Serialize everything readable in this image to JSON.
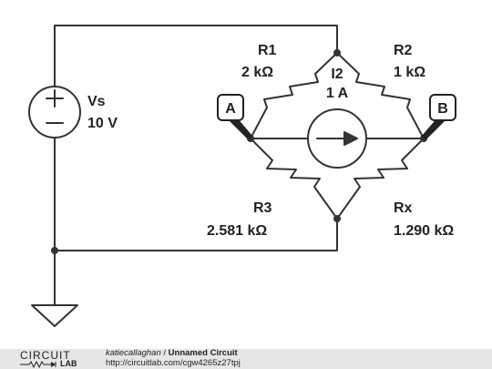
{
  "circuit": {
    "source": {
      "name": "Vs",
      "value": "10 V",
      "plus": "+",
      "minus": "−"
    },
    "r1": {
      "name": "R1",
      "value": "2 kΩ"
    },
    "r2": {
      "name": "R2",
      "value": "1 kΩ"
    },
    "r3": {
      "name": "R3",
      "value": "2.581 kΩ"
    },
    "rx": {
      "name": "Rx",
      "value": "1.290 kΩ"
    },
    "current_source": {
      "name": "I2",
      "value": "1 A"
    },
    "probe_a": "A",
    "probe_b": "B"
  },
  "footer": {
    "logo_top": "CIRCUIT",
    "logo_bottom": "LAB",
    "author": "katiecallaghan",
    "separator": " / ",
    "title": "Unnamed Circuit",
    "url": "http://circuitlab.com/cgw4265z27tpj"
  }
}
